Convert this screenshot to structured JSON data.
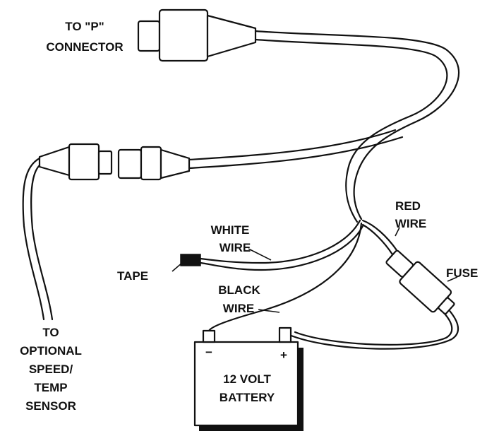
{
  "labels": {
    "p_connector_line1": "TO \"P\"",
    "p_connector_line2": "CONNECTOR",
    "red_wire_line1": "RED",
    "red_wire_line2": "WIRE",
    "white_wire_line1": "WHITE",
    "white_wire_line2": "WIRE",
    "tape": "TAPE",
    "fuse": "FUSE",
    "black_wire_line1": "BLACK",
    "black_wire_line2": "WIRE",
    "sensor_line1": "TO",
    "sensor_line2": "OPTIONAL",
    "sensor_line3": "SPEED/",
    "sensor_line4": "TEMP",
    "sensor_line5": "SENSOR",
    "battery_line1": "12 VOLT",
    "battery_line2": "BATTERY",
    "minus_terminal": "−",
    "plus_terminal": "+"
  },
  "colors": {
    "ink": "#111111",
    "background": "#ffffff"
  }
}
